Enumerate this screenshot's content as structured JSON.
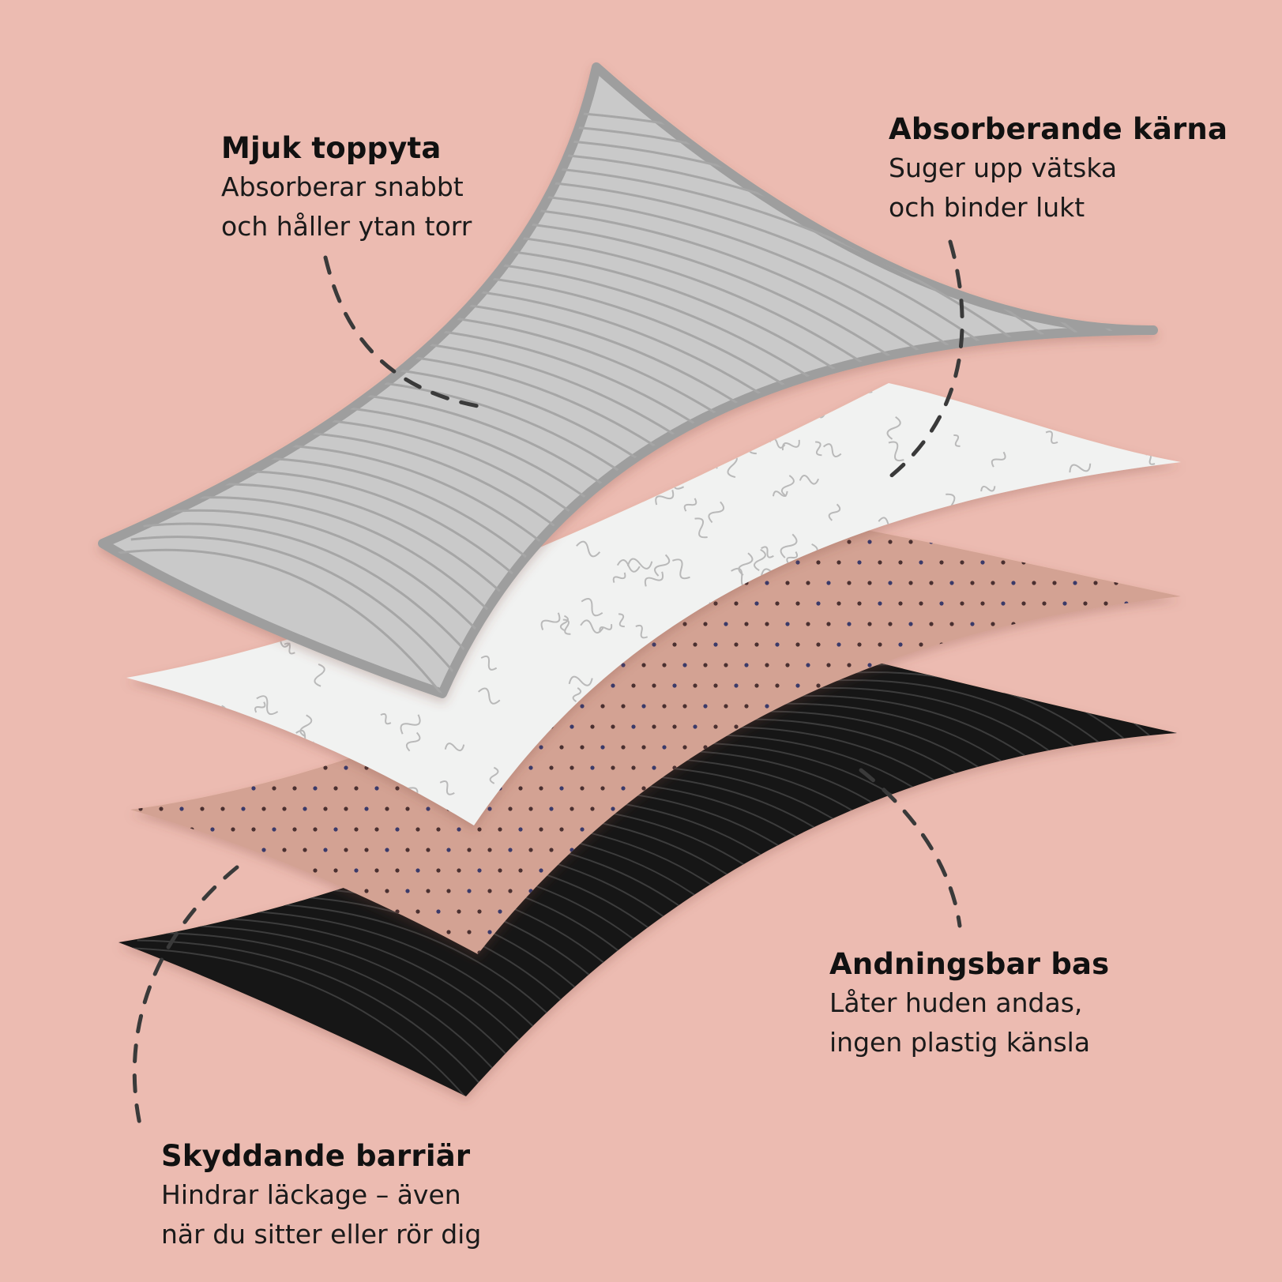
{
  "colors": {
    "background": "#ecbbb1",
    "top_layer": "#c9c9c9",
    "top_layer_edge": "#9e9e9e",
    "core_layer": "#f1f2f1",
    "base_layer": "#d3a293",
    "barrier_layer": "#161616",
    "leader_line": "#3a3a3a",
    "text": "#111111"
  },
  "layers": [
    {
      "id": "top",
      "title": "Mjuk toppyta",
      "line1": "Absorberar snabbt",
      "line2": "och håller ytan torr",
      "icon": "wave-lines-pattern"
    },
    {
      "id": "core",
      "title": "Absorberande kärna",
      "line1": "Suger upp vätska",
      "line2": "och binder lukt",
      "icon": "squiggle-pattern"
    },
    {
      "id": "base",
      "title": "Andningsbar bas",
      "line1": "Låter huden andas,",
      "line2": "ingen plastig känsla",
      "icon": "dot-pattern"
    },
    {
      "id": "barrier",
      "title": "Skyddande barriär",
      "line1": "Hindrar läckage – även",
      "line2": "när du sitter eller rör dig",
      "icon": "wave-lines-pattern"
    }
  ]
}
